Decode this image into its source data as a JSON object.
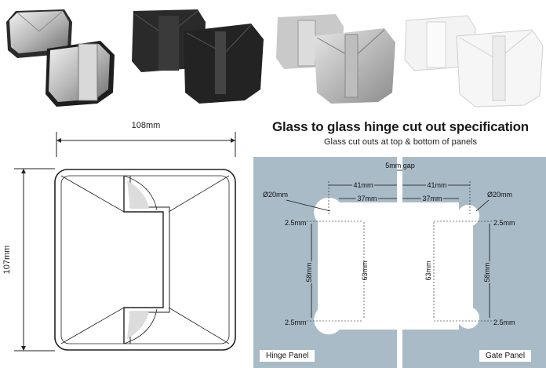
{
  "title": "Glass to glass hinge cut out specification",
  "subtitle": "Glass cut outs at top & bottom of panels",
  "drawing": {
    "width_label": "108mm",
    "height_label": "107mm"
  },
  "cutout": {
    "gap_label": "5mm gap",
    "left": {
      "outer_dim": "41mm",
      "inner_dim": "37mm",
      "diameter": "Ø20mm",
      "top_offset": "2.5mm",
      "bottom_offset": "2.5mm",
      "span_dim": "58mm",
      "cutout_height": "63mm",
      "panel_label": "Hinge Panel"
    },
    "right": {
      "outer_dim": "41mm",
      "inner_dim": "37mm",
      "diameter": "Ø20mm",
      "top_offset": "2.5mm",
      "bottom_offset": "2.5mm",
      "span_dim": "58mm",
      "cutout_height": "63mm",
      "panel_label": "Gate Panel"
    }
  },
  "product_finishes": [
    "polished chrome",
    "matte black",
    "brushed satin",
    "white"
  ],
  "colors": {
    "glass": "#a9bbc7",
    "background": "#ffffff",
    "line": "#1a1a1a"
  }
}
